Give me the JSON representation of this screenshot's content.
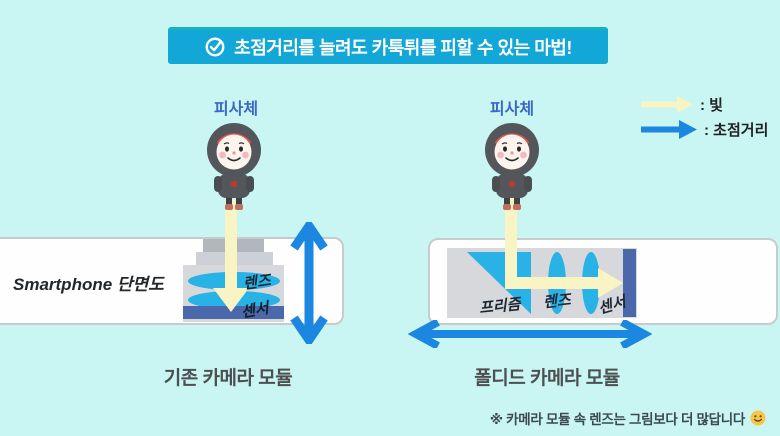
{
  "banner": {
    "title": "초점거리를 늘려도 카툭튀를 피할 수 있는 마법!"
  },
  "legend": {
    "light": {
      "label": ": 빛"
    },
    "focal": {
      "label": ": 초점거리"
    }
  },
  "left_diagram": {
    "subject_label": "피사체",
    "phone_label": "Smartphone 단면도",
    "lens_label": "렌즈",
    "sensor_label": "센서",
    "caption": "기존 카메라 모듈"
  },
  "right_diagram": {
    "subject_label": "피사체",
    "prism_label": "프리즘",
    "lens_label": "렌즈",
    "sensor_label": "센서",
    "caption": "폴디드 카메라 모듈"
  },
  "footnote": {
    "text": "※ 카메라 모듈 속 렌즈는 그림보다 더 많답니다"
  },
  "colors": {
    "background": "#c9f6f2",
    "banner": "#12a7d6",
    "light_arrow": "#f8f4c4",
    "focal_arrow": "#1b87e0",
    "lens": "#29b2e6",
    "sensor": "#4a68aa",
    "module_gray": "#d7d8dc",
    "subject_label_blue": "#3e68c8"
  }
}
